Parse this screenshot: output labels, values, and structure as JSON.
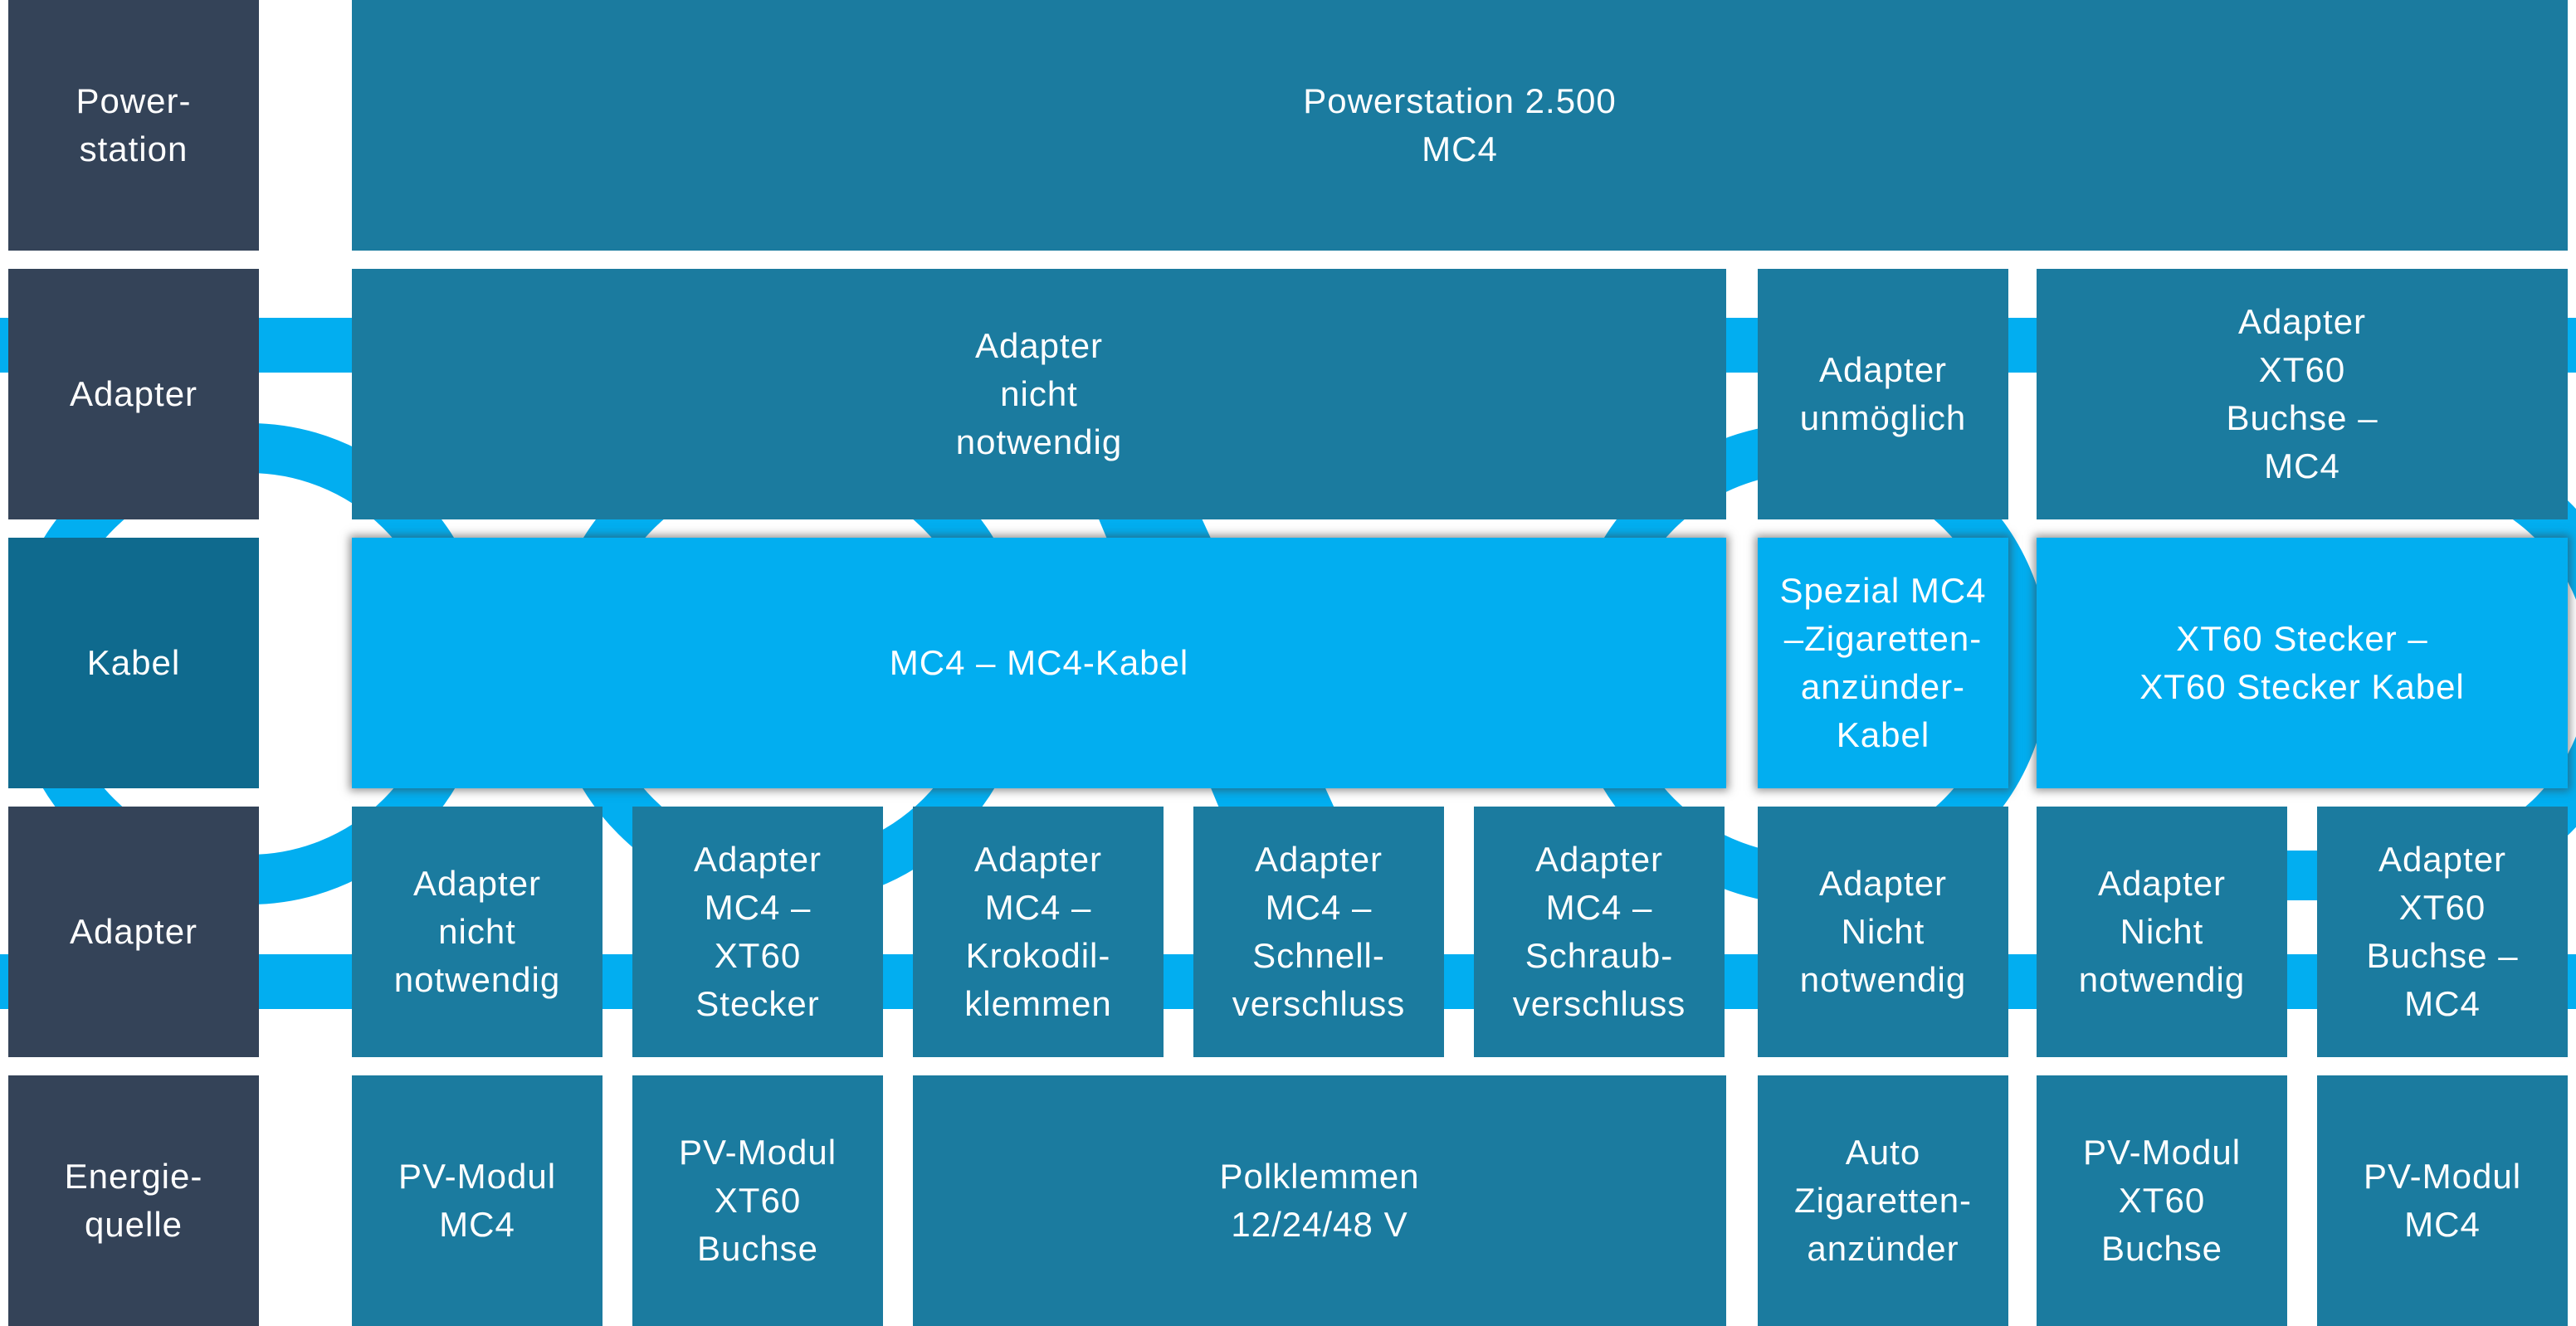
{
  "rows": {
    "powerstation": "Power-\nstation",
    "adapter_top": "Adapter",
    "kabel": "Kabel",
    "adapter_bottom": "Adapter",
    "energiequelle": "Energie-\nquelle"
  },
  "powerstation": {
    "text": "Powerstation 2.500\nMC4"
  },
  "adapter_top": [
    "Adapter\nnicht\nnotwendig",
    "Adapter\nunmöglich",
    "Adapter\nXT60\nBuchse –\nMC4"
  ],
  "kabel": [
    "MC4 – MC4-Kabel",
    "Spezial MC4\n–Zigaretten-\nanzünder-\nKabel",
    "XT60 Stecker –\nXT60 Stecker Kabel"
  ],
  "adapter_bottom": [
    "Adapter\nnicht\nnotwendig",
    "Adapter\nMC4 –\nXT60\nStecker",
    "Adapter\nMC4 –\nKrokodil-\nklemmen",
    "Adapter\nMC4 –\nSchnell-\nverschluss",
    "Adapter\nMC4 –\nSchraub-\nverschluss",
    "Adapter\nNicht\nnotwendig",
    "Adapter\nNicht\nnotwendig",
    "Adapter\nXT60\nBuchse –\nMC4"
  ],
  "quellen": [
    "PV-Modul\nMC4",
    "PV-Modul\nXT60\nBuchse",
    "Polklemmen\n12/24/48 V",
    "Auto\nZigaretten-\nanzünder",
    "PV-Modul\nXT60\nBuchse",
    "PV-Modul\nMC4"
  ],
  "colors": {
    "label": "#344358",
    "medium": "#1b7b9f",
    "cable": "#02aef0",
    "watermark": "#02aef0"
  }
}
